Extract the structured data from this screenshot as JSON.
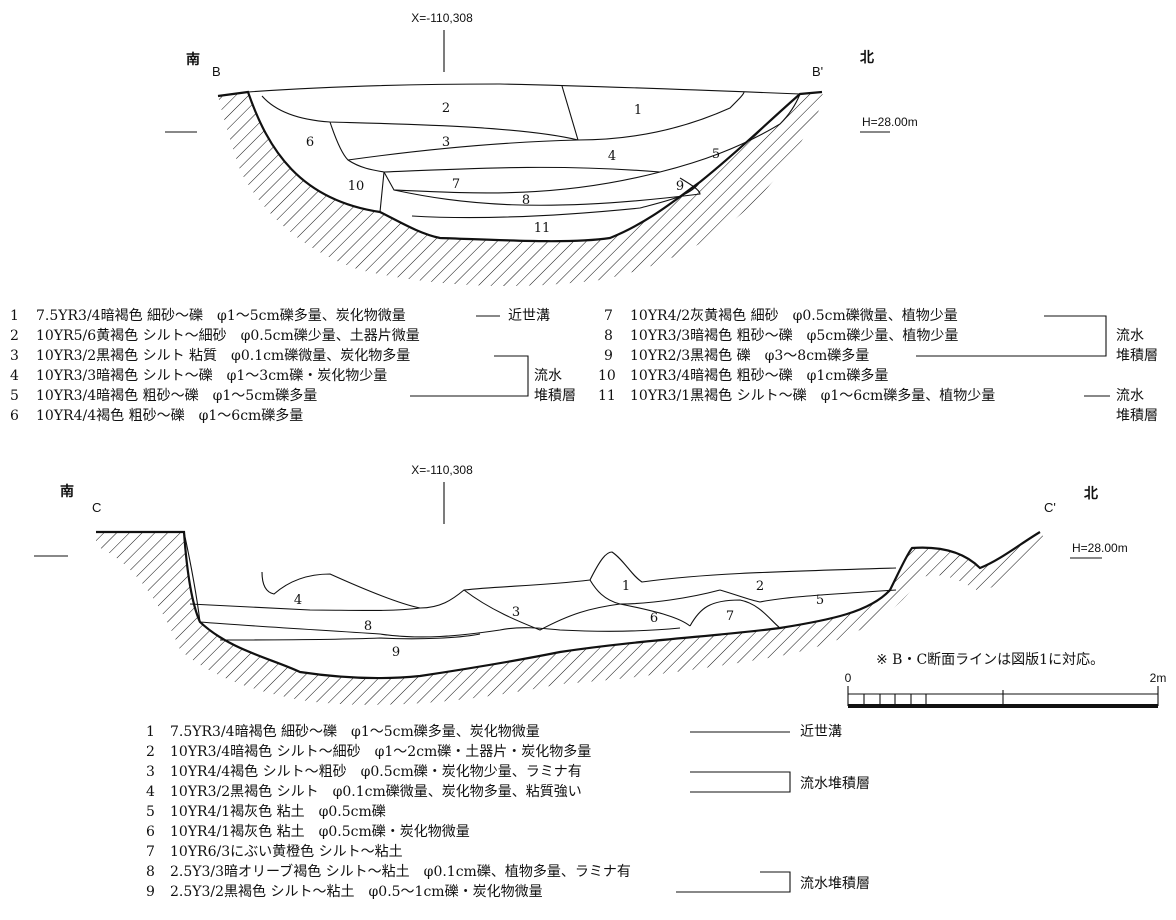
{
  "section_b": {
    "x_coord": "X=-110,308",
    "south": "南",
    "north": "北",
    "left_point": "B",
    "right_point": "B'",
    "elevation": "H=28.00m",
    "layer_numbers": [
      "1",
      "2",
      "3",
      "4",
      "5",
      "6",
      "7",
      "8",
      "9",
      "10",
      "11"
    ],
    "legend": [
      {
        "no": "1",
        "text": "7.5YR3/4暗褐色 細砂～礫　φ1～5cm礫多量、炭化物微量"
      },
      {
        "no": "2",
        "text": "10YR5/6黄褐色 シルト～細砂　φ0.5cm礫少量、土器片微量"
      },
      {
        "no": "3",
        "text": "10YR3/2黒褐色 シルト 粘質　φ0.1cm礫微量、炭化物多量"
      },
      {
        "no": "4",
        "text": "10YR3/3暗褐色 シルト～礫　φ1～3cm礫・炭化物少量"
      },
      {
        "no": "5",
        "text": "10YR3/4暗褐色 粗砂～礫　φ1～5cm礫多量"
      },
      {
        "no": "6",
        "text": "10YR4/4褐色 粗砂～礫　φ1～6cm礫多量"
      },
      {
        "no": "7",
        "text": "10YR4/2灰黄褐色 細砂　φ0.5cm礫微量、植物少量"
      },
      {
        "no": "8",
        "text": "10YR3/3暗褐色 粗砂～礫　φ5cm礫少量、植物少量"
      },
      {
        "no": "9",
        "text": "10YR2/3黒褐色 礫　φ3～8cm礫多量"
      },
      {
        "no": "10",
        "text": "10YR3/4暗褐色 粗砂～礫　φ1cm礫多量"
      },
      {
        "no": "11",
        "text": "10YR3/1黒褐色 シルト～礫　φ1～6cm礫多量、植物少量"
      }
    ],
    "group_modern_ditch": "近世溝",
    "group_fluvial_a": "流水",
    "group_fluvial_b": "堆積層"
  },
  "section_c": {
    "x_coord": "X=-110,308",
    "south": "南",
    "north": "北",
    "left_point": "C",
    "right_point": "C'",
    "elevation": "H=28.00m",
    "layer_numbers": [
      "1",
      "2",
      "3",
      "4",
      "5",
      "6",
      "7",
      "8",
      "9"
    ],
    "note": "※ B・C断面ラインは図版1に対応。",
    "scale_start": "0",
    "scale_end": "2m",
    "legend": [
      {
        "no": "1",
        "text": "7.5YR3/4暗褐色 細砂～礫　φ1～5cm礫多量、炭化物微量"
      },
      {
        "no": "2",
        "text": "10YR3/4暗褐色 シルト～細砂　φ1～2cm礫・土器片・炭化物多量"
      },
      {
        "no": "3",
        "text": "10YR4/4褐色 シルト～粗砂　φ0.5cm礫・炭化物少量、ラミナ有"
      },
      {
        "no": "4",
        "text": "10YR3/2黒褐色 シルト　φ0.1cm礫微量、炭化物多量、粘質強い"
      },
      {
        "no": "5",
        "text": "10YR4/1褐灰色 粘土　φ0.5cm礫"
      },
      {
        "no": "6",
        "text": "10YR4/1褐灰色 粘土　φ0.5cm礫・炭化物微量"
      },
      {
        "no": "7",
        "text": "10YR6/3にぶい黄橙色 シルト～粘土"
      },
      {
        "no": "8",
        "text": "2.5Y3/3暗オリーブ褐色 シルト～粘土　φ0.1cm礫、植物多量、ラミナ有"
      },
      {
        "no": "9",
        "text": "2.5Y3/2黒褐色 シルト～粘土　φ0.5～1cm礫・炭化物微量"
      }
    ],
    "group_modern_ditch": "近世溝",
    "group_fluvial": "流水堆積層"
  }
}
